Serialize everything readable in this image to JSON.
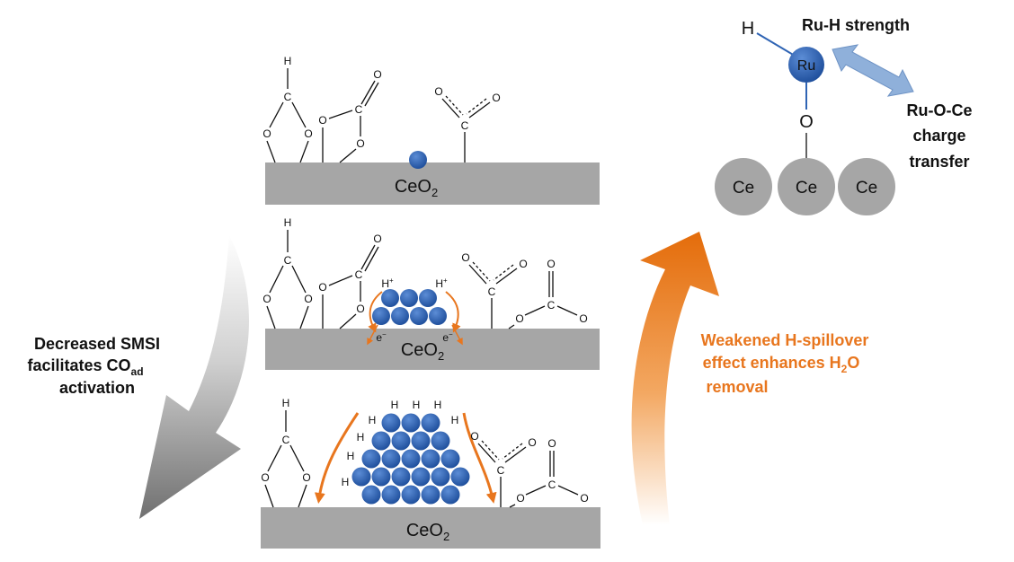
{
  "atoms": {
    "H": "H",
    "C": "C",
    "O": "O",
    "Ru": "Ru",
    "Ce": "Ce",
    "H_plus": "H",
    "plus": "+",
    "e_minus": "e",
    "minus": "−"
  },
  "support": {
    "label_base": "CeO",
    "label_sub": "2"
  },
  "inset": {
    "ru_h_strength": "Ru-H strength",
    "charge_transfer_lines": [
      "Ru-O-Ce",
      "charge",
      "transfer"
    ]
  },
  "left_arrow_caption": {
    "line1": "Decreased SMSI",
    "line2_base": "facilitates CO",
    "line2_sub": "ad",
    "line3": "activation"
  },
  "right_arrow_caption": {
    "line1": "Weakened H-spillover",
    "line2_base": "effect enhances H",
    "line2_sub": "2",
    "line2_end": "O",
    "line3": "removal"
  },
  "colors": {
    "ru_blue": "#2F64B4",
    "support_gray": "#A6A6A6",
    "ce_gray": "#A6A6A6",
    "orange": "#E8761E",
    "light_blue_arrow": "#8FB0DA"
  }
}
